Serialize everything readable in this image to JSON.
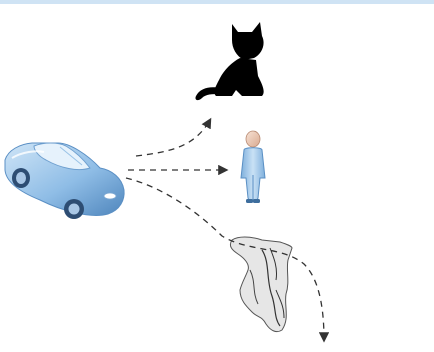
{
  "scene": {
    "objects": [
      {
        "id": "car",
        "icon": "car-icon",
        "color": "#8fbde6"
      },
      {
        "id": "cat",
        "icon": "cat-icon",
        "color": "#000000"
      },
      {
        "id": "person",
        "icon": "person-icon",
        "color": "#a9cdec"
      },
      {
        "id": "cliff",
        "icon": "cliff-icon",
        "color": "#d8d8d8"
      }
    ],
    "paths": [
      {
        "from": "car",
        "to": "cat",
        "style": "dashed"
      },
      {
        "from": "car",
        "to": "person",
        "style": "dashed"
      },
      {
        "from": "car",
        "to": "cliff",
        "style": "dashed"
      }
    ],
    "colors": {
      "top_strip": "#cfe3f4",
      "arrow": "#333333"
    }
  }
}
